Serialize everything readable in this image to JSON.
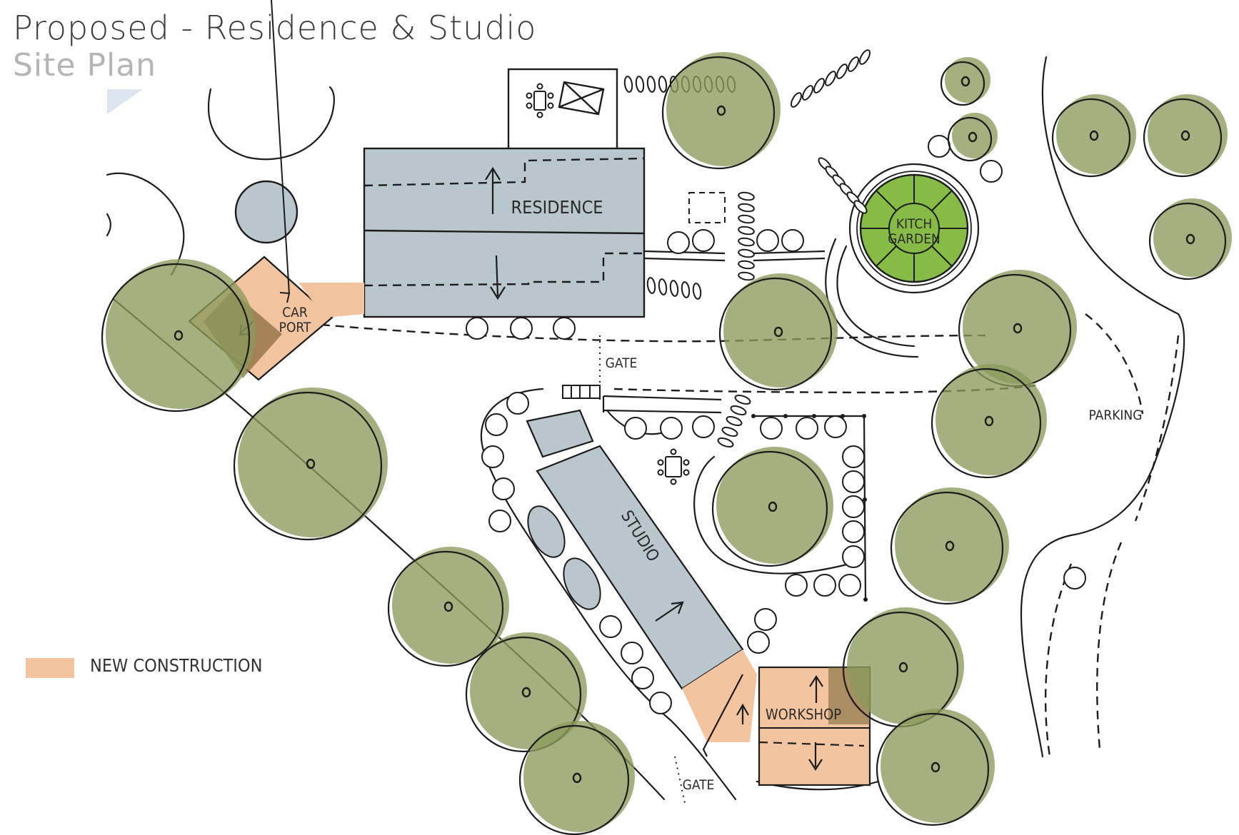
{
  "header": {
    "title": "Proposed - Residence & Studio",
    "subtitle": "Site Plan"
  },
  "labels": {
    "residence": "RESIDENCE",
    "studio": "STUDIO",
    "carport_line1": "CAR",
    "carport_line2": "PORT",
    "kitchen_line1": "KITCH",
    "kitchen_line2": "GARDEN",
    "workshop": "WORKSHOP",
    "gate_north": "GATE",
    "gate_south": "GATE",
    "parking": "PARKING"
  },
  "legend": {
    "new_construction": "NEW CONSTRUCTION"
  },
  "colors": {
    "tree_fill": "#8a9a5b",
    "building_fill": "#b9c7cd",
    "new_construction": "#f3c4a0",
    "garden_fill": "#86bb46",
    "ink": "#1c1c1c"
  }
}
